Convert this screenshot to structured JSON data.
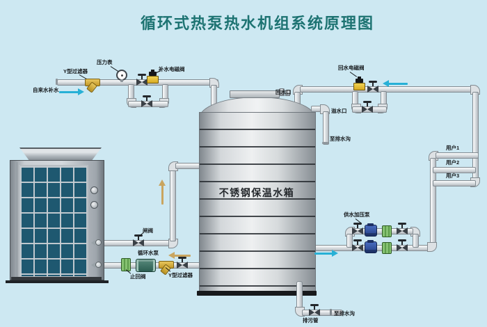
{
  "title": "循环式热泵热水机组系统原理图",
  "colors": {
    "background": "#cde8f2",
    "title_text": "#1d7372",
    "pipe": "#dde1e4",
    "solenoid_yellow": "#e3bc34",
    "pump_blue": "#2c4a9c",
    "circulating_pump_green": "#3a6e60",
    "check_valve_green": "#74ab60",
    "filter_brass": "#d9b244",
    "flow_arrow_cyan": "#27b0d6",
    "flow_arrow_tan": "#c9a55f",
    "grille_teal": "#1e5870"
  },
  "labels": {
    "pressure_gauge": "压力表",
    "y_filter_top": "Y型过滤器",
    "tap_water_inlet": "自来水补水",
    "makeup_solenoid_valve": "补水电磁阀",
    "return_solenoid_valve": "回水电磁阀",
    "return_port": "回水口",
    "overflow_port": "溢水口",
    "overflow_to_drain": "至排水沟",
    "tank_name": "不锈钢保温水箱",
    "user1": "用户1",
    "user2": "用户2",
    "user3": "用户3",
    "supply_pressure_pump": "供水加压泵",
    "gate_valve": "闸阀",
    "circulating_pump": "循环水泵",
    "check_valve": "止回阀",
    "y_filter_bottom": "Y型过滤器",
    "blowdown_pipe": "排污管",
    "blowdown_to_drain": "至排水沟"
  }
}
